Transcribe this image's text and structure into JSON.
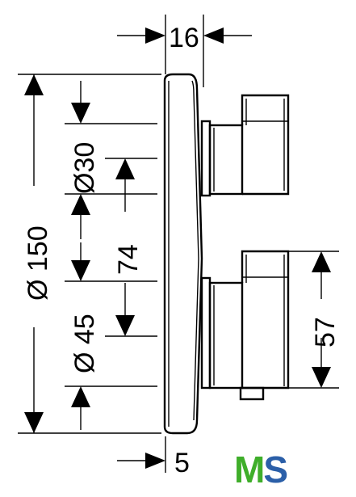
{
  "dimensions": {
    "top_width": "16",
    "outer_diameter": "Ø 150",
    "upper_hole_diameter": "Ø30",
    "spacing": "74",
    "lower_hole_diameter": "Ø 45",
    "handle_height": "57",
    "bottom_partial": "5"
  },
  "logo": {
    "m": "M",
    "s": "S"
  },
  "colors": {
    "line": "#000000",
    "logo_m": "#3fae2a",
    "logo_s": "#2b5fa8"
  }
}
